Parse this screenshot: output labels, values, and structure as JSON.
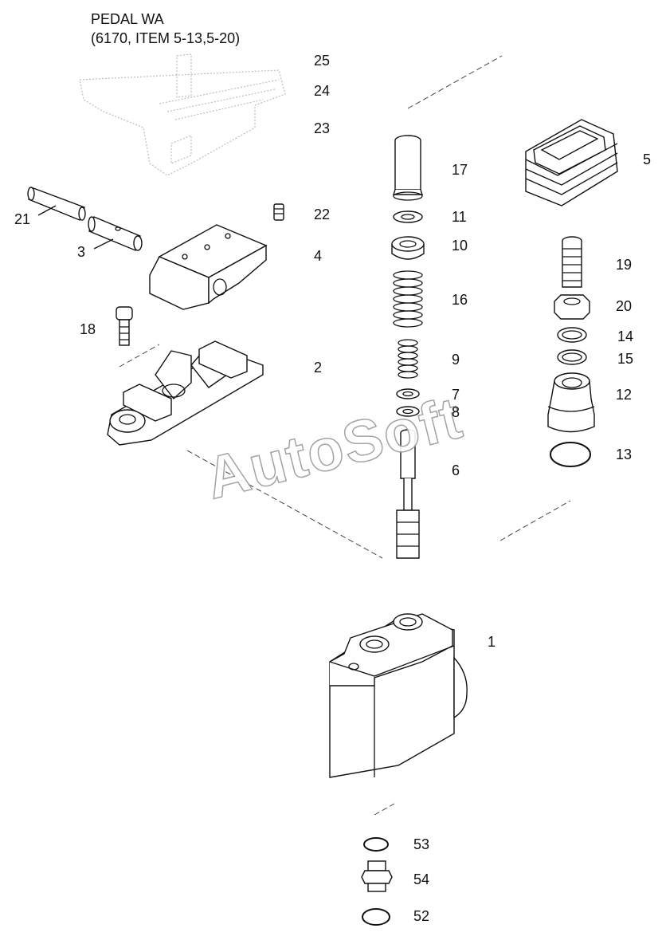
{
  "header": {
    "title_line1": "PEDAL WA",
    "title_line2": "(6170, ITEM 5-13,5-20)"
  },
  "watermark": "AutoSoft",
  "callouts": [
    "25",
    "24",
    "23",
    "21",
    "22",
    "3",
    "4",
    "18",
    "2",
    "17",
    "11",
    "10",
    "16",
    "9",
    "7",
    "8",
    "6",
    "5",
    "19",
    "20",
    "14",
    "15",
    "12",
    "13",
    "1",
    "53",
    "54",
    "52"
  ]
}
